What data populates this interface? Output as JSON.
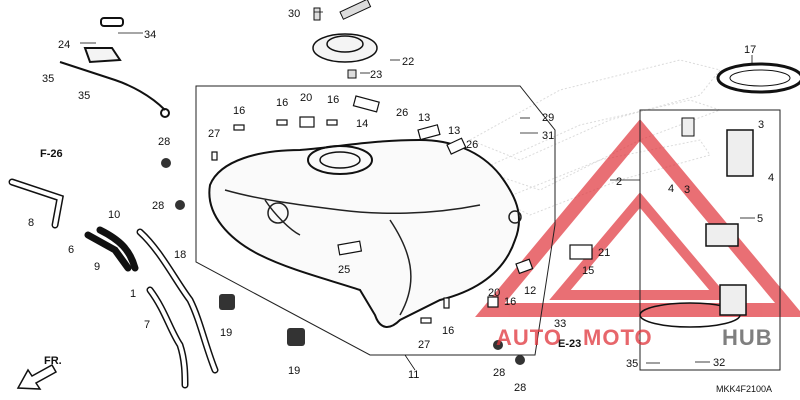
{
  "diagram": {
    "drawing_code": "MKK4F2100A",
    "front_indicator": "FR.",
    "ref_f26": "F-26",
    "ref_e23": "E-23",
    "watermark": {
      "part_a": "AUTO",
      "part_b": "MOTO",
      "part_c": "HUB",
      "color_red": "#e0333a",
      "color_dark": "#555555"
    },
    "part_labels": [
      "34",
      "24",
      "35",
      "35",
      "30",
      "23",
      "22",
      "17",
      "16",
      "20",
      "16",
      "27",
      "16",
      "14",
      "26",
      "13",
      "13",
      "26",
      "29",
      "31",
      "28",
      "28",
      "F-26",
      "8",
      "6",
      "10",
      "9",
      "18",
      "1",
      "7",
      "19",
      "19",
      "25",
      "3",
      "3",
      "4",
      "4",
      "2",
      "5",
      "21",
      "15",
      "20",
      "16",
      "12",
      "16",
      "27",
      "11",
      "33",
      "28",
      "28",
      "35",
      "32",
      "E-23"
    ]
  }
}
